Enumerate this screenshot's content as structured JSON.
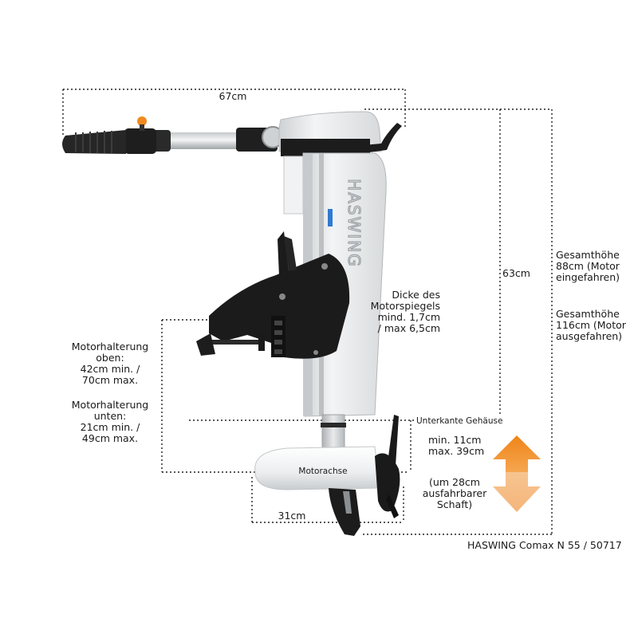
{
  "labels": {
    "width_handle": "67cm",
    "height_shaft": "63cm",
    "total_height": "Gesamthöhe\n88cm (Motor\neingefahren)",
    "total_height_ext": "Gesamthöhe\n116cm (Motor\nausgefahren)",
    "transom": "Dicke des\nMotorspiegels\nmind. 1,7cm\n/ max 6,5cm",
    "mount_top": "Motorhalterung\noben:\n42cm min. /\n70cm max.",
    "mount_bottom": "Motorhalterung\nunten:\n21cm min. /\n49cm max.",
    "housing_edge": "Unterkante Gehäuse",
    "depth": "min. 11cm\nmax. 39cm",
    "shaft_ext": "(um 28cm\nausfahrbarer\nSchaft)",
    "motor_axis": "Motorachse",
    "motor_length": "31cm",
    "product": "HASWING Comax N 55 / 50717",
    "brand": "HASWING"
  },
  "colors": {
    "arrow_up": "#f28c1e",
    "arrow_down": "#f7c08a",
    "body": "#e9ebec",
    "black": "#1c1c1c",
    "dots": "#222222"
  }
}
